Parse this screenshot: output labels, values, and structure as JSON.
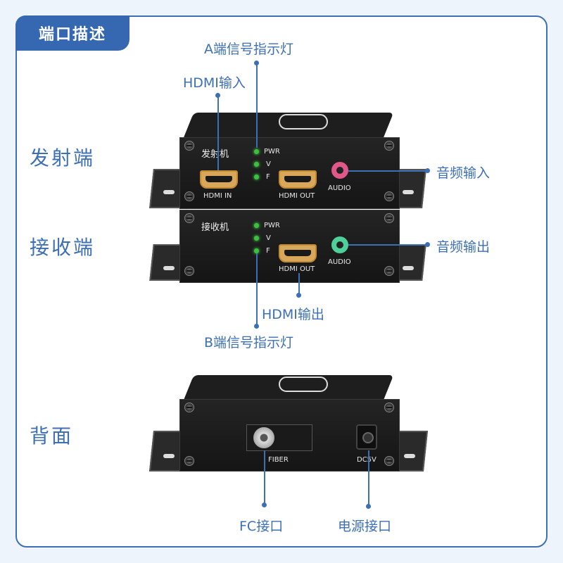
{
  "header": {
    "title": "端口描述"
  },
  "sections": {
    "transmitter": "发射端",
    "receiver": "接收端",
    "back": "背面"
  },
  "callouts": {
    "a_indicator": "A端信号指示灯",
    "hdmi_in": "HDMI输入",
    "audio_in": "音频输入",
    "audio_out": "音频输出",
    "hdmi_out": "HDMI输出",
    "b_indicator": "B端信号指示灯",
    "fc_port": "FC接口",
    "power_port": "电源接口"
  },
  "transmitter_panel": {
    "name": "发射机",
    "leds": [
      "PWR",
      "V",
      "F"
    ],
    "port_hdmi_in": "HDMI   IN",
    "port_hdmi_out": "HDMI   OUT",
    "port_audio": "AUDIO"
  },
  "receiver_panel": {
    "name": "接收机",
    "leds": [
      "PWR",
      "V",
      "F"
    ],
    "port_hdmi_out": "HDMI   OUT",
    "port_audio": "AUDIO"
  },
  "back_panel": {
    "port_fiber": "FIBER",
    "port_dc": "DC5V"
  },
  "colors": {
    "accent": "#3d6fb4",
    "tab": "#3568b0",
    "led": "#38c23d",
    "audio_in_ring": "#e0578a",
    "audio_out_ring": "#4fcf9a"
  }
}
